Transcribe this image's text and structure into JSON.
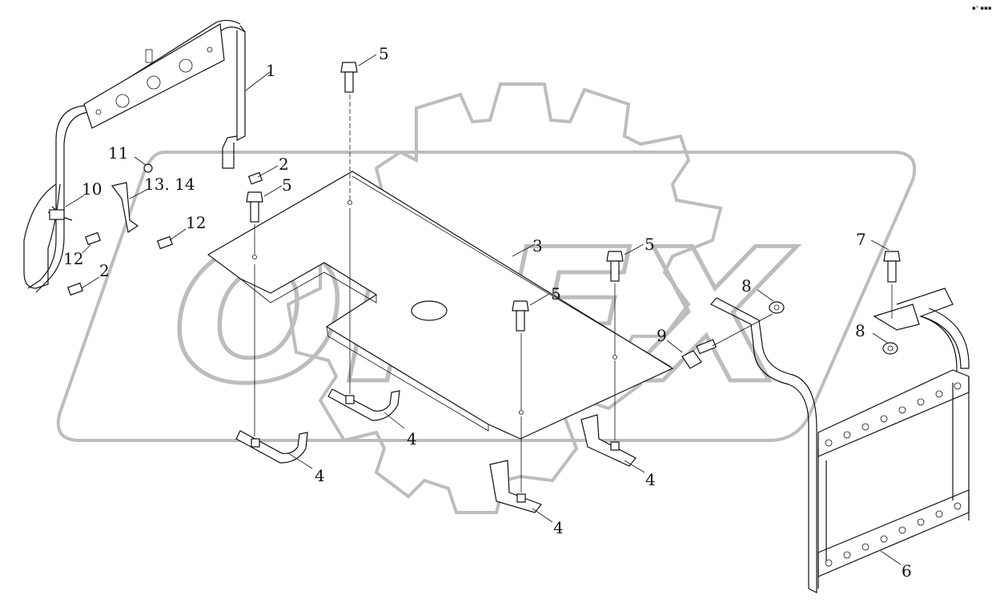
{
  "watermark": {
    "text": "OPEX",
    "color": "#bdbdbd"
  },
  "corner_note": "▪ᴳ ▪▪▪",
  "callouts": {
    "c1": "1",
    "c2a": "2",
    "c2b": "2",
    "c3": "3",
    "c4a": "4",
    "c4b": "4",
    "c4c": "4",
    "c4d": "4",
    "c5a": "5",
    "c5b": "5",
    "c5c": "5",
    "c5d": "5",
    "c6": "6",
    "c7": "7",
    "c8a": "8",
    "c8b": "8",
    "c9": "9",
    "c10": "10",
    "c11": "11",
    "c12a": "12",
    "c12b": "12",
    "c1314": "13. 14"
  }
}
